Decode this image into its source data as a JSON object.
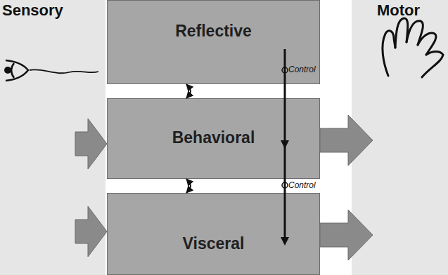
{
  "diagram": {
    "nodes": [
      {
        "text": [
          "Sensory"
        ]
      },
      {
        "text": [
          "Reflective"
        ]
      },
      {
        "text": [
          "Behavioral"
        ]
      },
      {
        "text": [
          "Visceral"
        ]
      },
      {
        "text": [
          "Motor"
        ]
      }
    ],
    "edges": [
      {
        "from": 0,
        "to": 2,
        "arrow": "to"
      },
      {
        "from": 0,
        "to": 3,
        "arrow": "to"
      },
      {
        "from": 1,
        "to": 2,
        "arrow": "both"
      },
      {
        "from": 2,
        "to": 3,
        "arrow": "both"
      },
      {
        "from": 2,
        "to": 4,
        "arrow": "to"
      },
      {
        "from": 3,
        "to": 4,
        "arrow": "to"
      }
    ],
    "labels": [
      "Control",
      "Control"
    ]
  }
}
